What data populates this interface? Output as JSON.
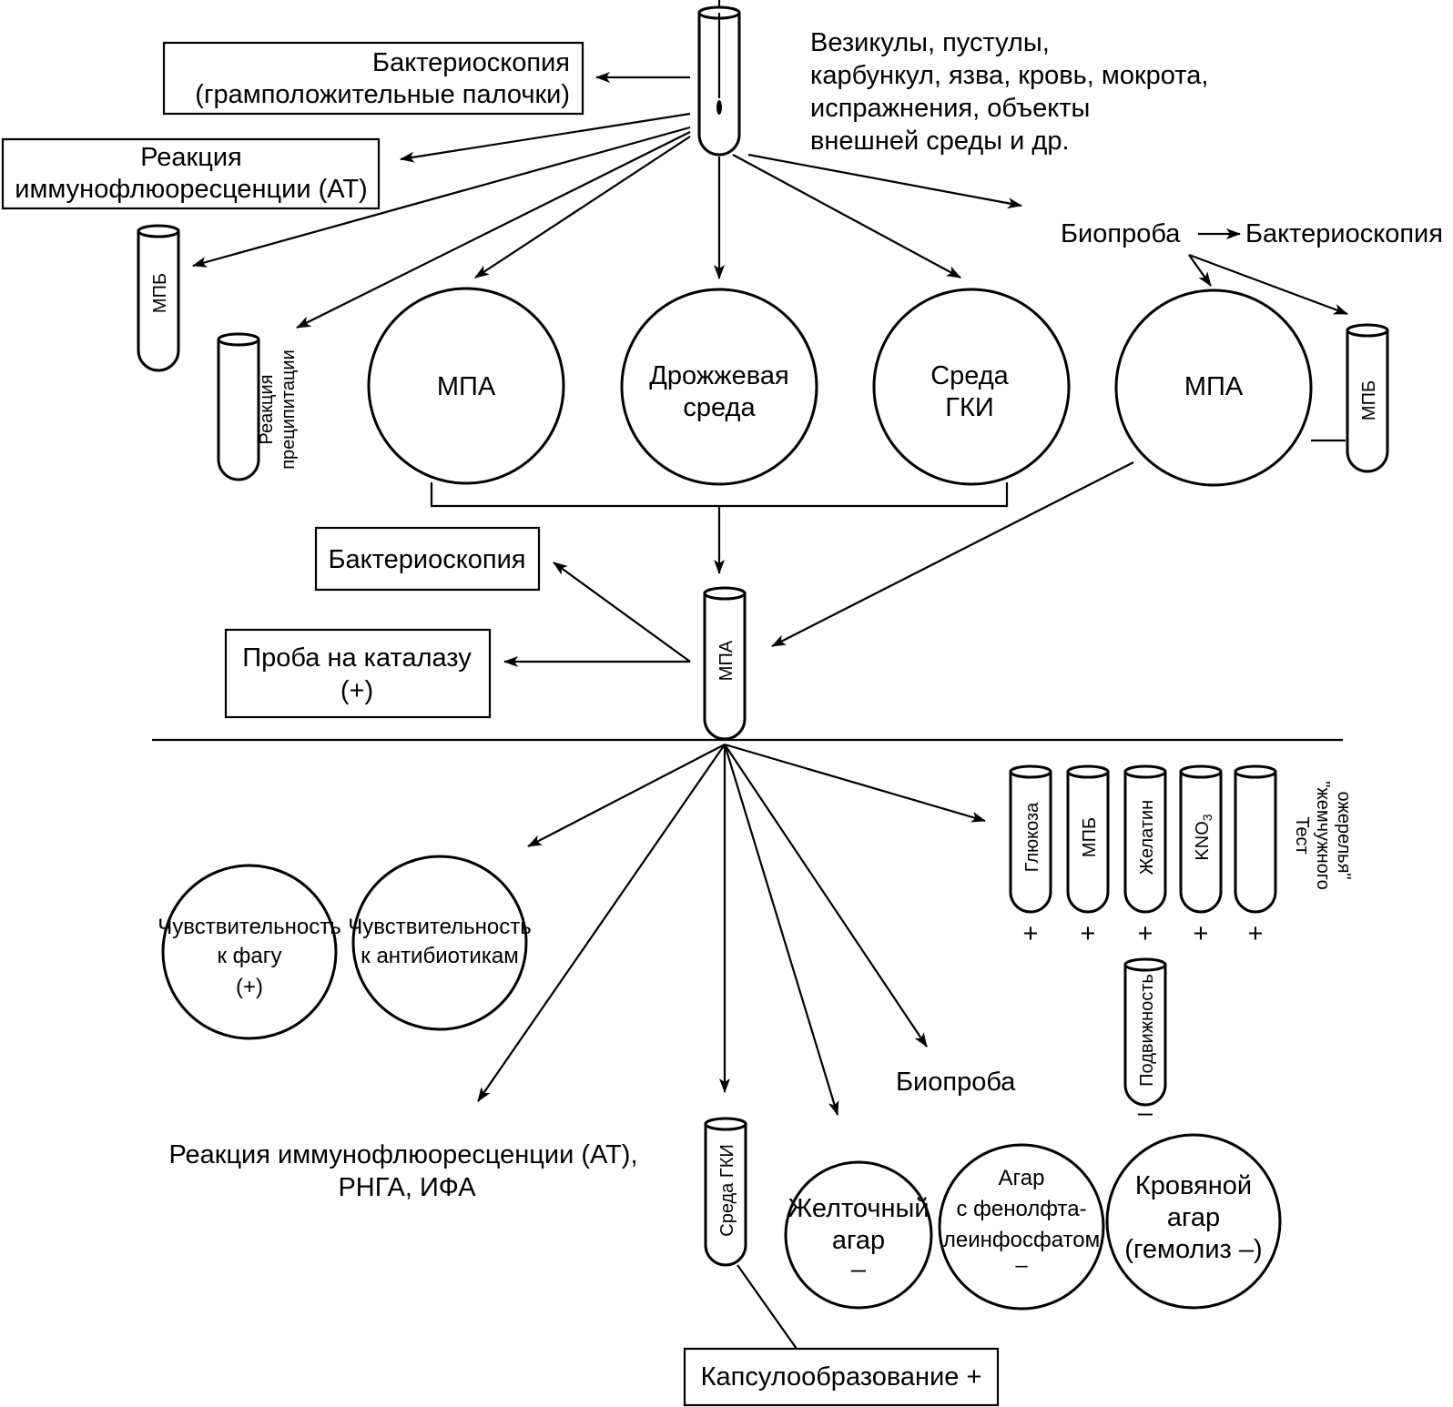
{
  "specimen": {
    "lines": [
      "Везикулы, пустулы,",
      "карбункул, язва, кровь, мокрота,",
      "испражнения, объекты",
      "внешней среды и др."
    ]
  },
  "top": {
    "bacterioscopy_box": [
      "Бактериоскопия",
      "(грамположительные палочки)"
    ],
    "immunofluorescence_box": [
      "Реакция",
      "иммунофлюоресценции (АТ)"
    ],
    "tube_mpb_left": "МПБ",
    "tube_precipitation": [
      "Реакция",
      "преципитации"
    ],
    "dish_mpa": "МПА",
    "dish_yeast": [
      "Дрожжевая",
      "среда"
    ],
    "dish_gki": [
      "Среда",
      "ГКИ"
    ],
    "dish_mpa_right": "МПА",
    "bioassay": "Биопроба",
    "bioassay_bacterioscopy": "Бактериоскопия",
    "tube_mpb_right": "МПБ"
  },
  "middle": {
    "bacterioscopy_box": "Бактериоскопия",
    "catalase_box": [
      "Проба на каталазу",
      "(+)"
    ],
    "tube_mpa": "МПА"
  },
  "bottom": {
    "phage_dish": [
      "Чувствительность",
      "к фагу",
      "(+)"
    ],
    "antibiotic_dish": [
      "Чувствительность",
      "к антибиотикам"
    ],
    "tubes": [
      {
        "label": "Глюкоза",
        "sign": "+"
      },
      {
        "label": "МПБ",
        "sign": "+"
      },
      {
        "label": "Желатин",
        "sign": "+"
      },
      {
        "label": "KNO",
        "sub": "3",
        "sign": "+"
      },
      {
        "label": "",
        "sign": "+"
      }
    ],
    "pearl_test": [
      "Тест",
      "\"жемчужного",
      "ожерелья\""
    ],
    "motility_tube": {
      "label": "Подвижность",
      "sign": "–"
    },
    "bioassay": "Биопроба",
    "serology": [
      "Реакция иммунофлюоресценции (АТ),",
      "РНГА,  ИФА"
    ],
    "gki_tube": "Среда ГКИ",
    "yolk_dish": [
      "Желточный",
      "агар",
      "–"
    ],
    "phenol_dish": [
      "Агар",
      "с фенолфта-",
      "леинфосфатом",
      "–"
    ],
    "blood_dish": [
      "Кровяной",
      "агар",
      "(гемолиз –)"
    ],
    "capsule_box": "Капсулообразование +"
  }
}
